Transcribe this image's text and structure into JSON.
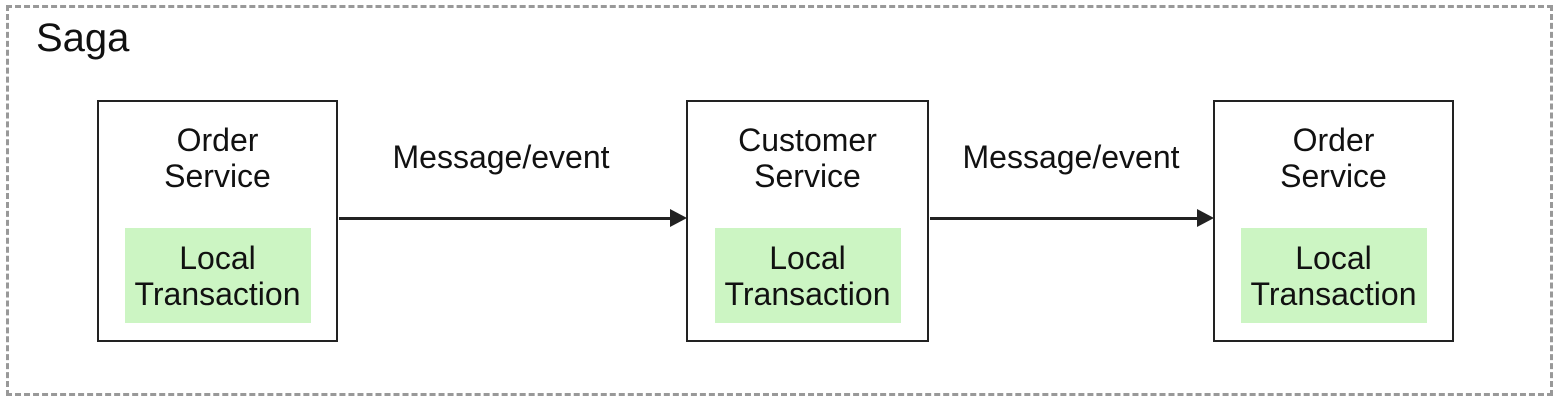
{
  "diagram": {
    "title": "Saga",
    "colors": {
      "box_border": "#222222",
      "arrow": "#222222",
      "dashed_border": "#999999",
      "transaction_bg": "#ccf5c3",
      "text": "#111111",
      "background": "#ffffff"
    },
    "nodes": [
      {
        "title": "Order\nService",
        "transaction": "Local\nTransaction"
      },
      {
        "title": "Customer\nService",
        "transaction": "Local\nTransaction"
      },
      {
        "title": "Order\nService",
        "transaction": "Local\nTransaction"
      }
    ],
    "edges": [
      {
        "label": "Message/event"
      },
      {
        "label": "Message/event"
      }
    ]
  }
}
